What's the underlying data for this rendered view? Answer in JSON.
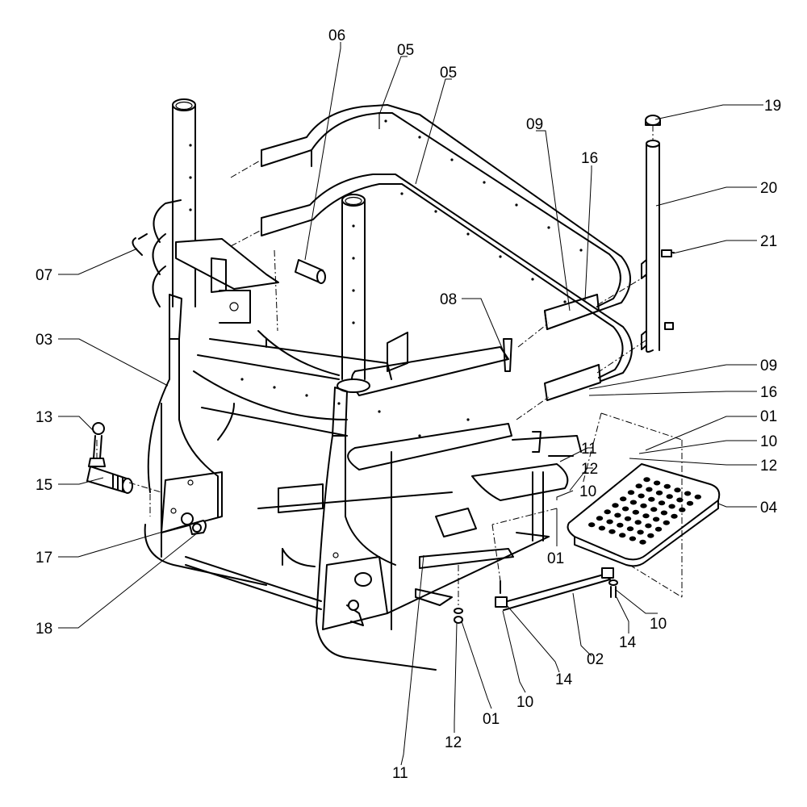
{
  "callouts": {
    "c06": "06",
    "c05a": "05",
    "c05b": "05",
    "c09a": "09",
    "c16a": "16",
    "c19": "19",
    "c20": "20",
    "c21": "21",
    "c07": "07",
    "c08": "08",
    "c03": "03",
    "c09b": "09",
    "c16b": "16",
    "c01a": "01",
    "c10a": "10",
    "c12a": "12",
    "c13": "13",
    "c11a": "11",
    "c12b": "12",
    "c15": "15",
    "c10b": "10",
    "c04": "04",
    "c01b": "01",
    "c17": "17",
    "c18": "18",
    "c10c": "10",
    "c14a": "14",
    "c02": "02",
    "c14b": "14",
    "c10d": "10",
    "c01c": "01",
    "c12c": "12",
    "c11b": "11"
  }
}
